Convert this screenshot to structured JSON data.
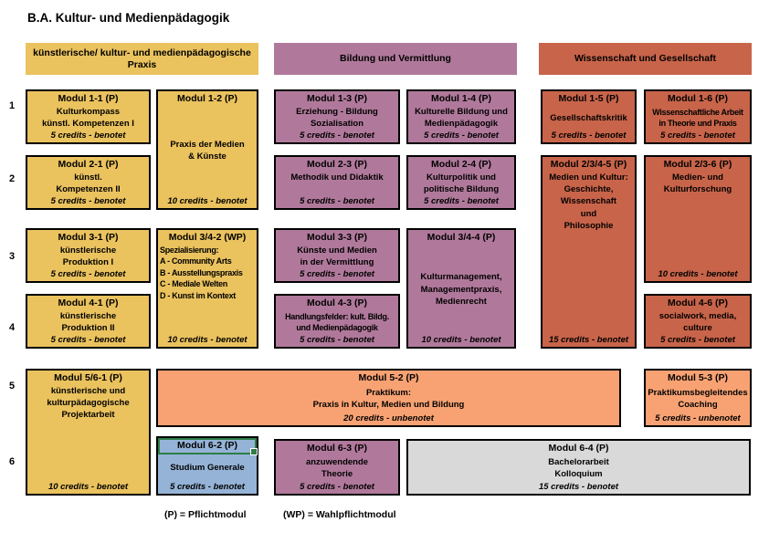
{
  "title": "B.A. Kultur- und Medienpädagogik",
  "semesters": [
    "1",
    "2",
    "3",
    "4",
    "5",
    "6"
  ],
  "headers": [
    {
      "label": "künstlerische/ kultur- und medienpädagogische Praxis",
      "color": "#eac25e"
    },
    {
      "label": "Bildung und Vermittlung",
      "color": "#b0799b"
    },
    {
      "label": "Wissenschaft und Gesellschaft",
      "color": "#c8644a"
    }
  ],
  "colors": {
    "gold": "#eac25e",
    "mauve": "#b0799b",
    "terracotta": "#c8644a",
    "orange": "#f8a273",
    "blue": "#95b3d7",
    "gray": "#d9d9d9",
    "selection_green": "#2e7d46",
    "border": "#000000"
  },
  "modules": {
    "m1_1": {
      "title": "Modul 1-1 (P)",
      "body": "Kulturkompass\nkünstl. Kompetenzen I",
      "credits": "5 credits - benotet"
    },
    "m1_2": {
      "title": "Modul 1-2 (P)",
      "body": "Praxis der Medien\n& Künste",
      "credits": "10 credits - benotet"
    },
    "m1_3": {
      "title": "Modul 1-3 (P)",
      "body": "Erziehung - Bildung\nSozialisation",
      "credits": "5 credits - benotet"
    },
    "m1_4": {
      "title": "Modul 1-4 (P)",
      "body": "Kulturelle Bildung und\nMedienpädagogik",
      "credits": "5 credits - benotet"
    },
    "m1_5": {
      "title": "Modul 1-5 (P)",
      "body": "Gesellschaftskritik",
      "credits": "5 credits - benotet"
    },
    "m1_6": {
      "title": "Modul 1-6 (P)",
      "body": "Wissenschaftliche Arbeit\nin Theorie und Praxis",
      "credits": "5 credits - benotet"
    },
    "m2_1": {
      "title": "Modul 2-1 (P)",
      "body": "künstl.\nKompetenzen II",
      "credits": "5 credits - benotet"
    },
    "m2_3": {
      "title": "Modul 2-3 (P)",
      "body": "Methodik und Didaktik",
      "credits": "5 credits - benotet"
    },
    "m2_4": {
      "title": "Modul 2-4 (P)",
      "body": "Kulturpolitik und\npolitische Bildung",
      "credits": "5 credits - benotet"
    },
    "m234_5": {
      "title": "Modul 2/3/4-5 (P)",
      "body": "Medien und Kultur:\nGeschichte,\nWissenschaft\nund\nPhilosophie",
      "credits": "15 credits - benotet"
    },
    "m23_6": {
      "title": "Modul 2/3-6 (P)",
      "body": "Medien- und\nKulturforschung",
      "credits": "10 credits - benotet"
    },
    "m3_1": {
      "title": "Modul 3-1 (P)",
      "body": "künstlerische\nProduktion I",
      "credits": "5 credits - benotet"
    },
    "m34_2": {
      "title": "Modul 3/4-2 (WP)",
      "body": "Spezialisierung:\nA - Community Arts\nB - Ausstellungspraxis\nC - Mediale Welten\nD - Kunst im Kontext",
      "credits": "10 credits - benotet"
    },
    "m3_3": {
      "title": "Modul 3-3 (P)",
      "body": "Künste und Medien\nin der Vermittlung",
      "credits": "5 credits - benotet"
    },
    "m34_4": {
      "title": "Modul 3/4-4 (P)",
      "body": "Kulturmanagement,\nManagementpraxis,\nMedienrecht",
      "credits": "10 credits - benotet"
    },
    "m4_1": {
      "title": "Modul 4-1 (P)",
      "body": "künstlerische\nProduktion II",
      "credits": "5 credits - benotet"
    },
    "m4_3": {
      "title": "Modul 4-3 (P)",
      "body": "Handlungsfelder: kult. Bildg.\nund Medienpädagogik",
      "credits": "5 credits - benotet"
    },
    "m4_6": {
      "title": "Modul 4-6 (P)",
      "body": "socialwork, media,\nculture",
      "credits": "5 credits - benotet"
    },
    "m56_1": {
      "title": "Modul 5/6-1 (P)",
      "body": "künstlerische und\nkulturpädagogische\nProjektarbeit",
      "credits": "10 credits - benotet"
    },
    "m5_2": {
      "title": "Modul 5-2 (P)",
      "body": "Praktikum:\nPraxis in Kultur, Medien und Bildung",
      "credits": "20 credits - unbenotet"
    },
    "m5_3": {
      "title": "Modul 5-3 (P)",
      "body": "Praktikumsbegleitendes\nCoaching",
      "credits": "5 credits - unbenotet"
    },
    "m6_2": {
      "title": "Modul 6-2 (P)",
      "body": "Studium Generale",
      "credits": "5 credits - benotet"
    },
    "m6_3": {
      "title": "Modul 6-3 (P)",
      "body": "anzuwendende\nTheorie",
      "credits": "5 credits - benotet"
    },
    "m6_4": {
      "title": "Modul 6-4 (P)",
      "body": "Bachelorarbeit\nKolloquium",
      "credits": "15 credits - benotet"
    }
  },
  "legend": {
    "p": "(P) = Pflichtmodul",
    "wp": "(WP) = Wahlpflichtmodul"
  }
}
